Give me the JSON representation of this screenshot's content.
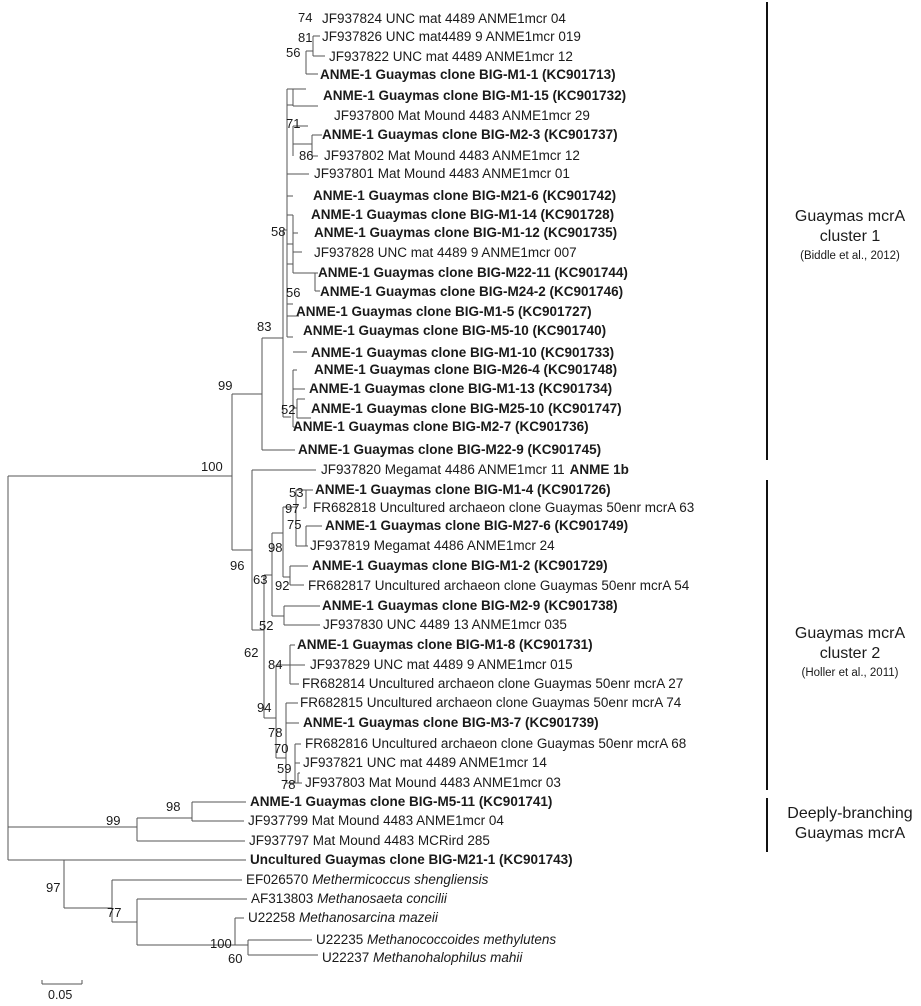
{
  "leaves": [
    {
      "id": "l1",
      "text": "JF937824 UNC mat 4489 ANME1mcr 04",
      "bold": false
    },
    {
      "id": "l2",
      "text": "JF937826 UNC mat4489 9 ANME1mcr 019",
      "bold": false
    },
    {
      "id": "l3",
      "text": "JF937822 UNC mat 4489 ANME1mcr 12",
      "bold": false
    },
    {
      "id": "l4",
      "text": "ANME-1 Guaymas clone BIG-M1-1 (KC901713)",
      "bold": true
    },
    {
      "id": "l5",
      "text": "ANME-1 Guaymas clone BIG-M1-15 (KC901732)",
      "bold": true
    },
    {
      "id": "l6",
      "text": "JF937800 Mat Mound 4483 ANME1mcr 29",
      "bold": false
    },
    {
      "id": "l7",
      "text": "ANME-1 Guaymas clone BIG-M2-3 (KC901737)",
      "bold": true
    },
    {
      "id": "l8",
      "text": "JF937802 Mat Mound 4483 ANME1mcr 12",
      "bold": false
    },
    {
      "id": "l9",
      "text": "JF937801 Mat Mound 4483 ANME1mcr 01",
      "bold": false
    },
    {
      "id": "l10",
      "text": "ANME-1 Guaymas clone BIG-M21-6 (KC901742)",
      "bold": true
    },
    {
      "id": "l11",
      "text": "ANME-1 Guaymas clone BIG-M1-14 (KC901728)",
      "bold": true
    },
    {
      "id": "l12",
      "text": "ANME-1 Guaymas clone BIG-M1-12 (KC901735)",
      "bold": true
    },
    {
      "id": "l13",
      "text": "JF937828 UNC mat 4489 9 ANME1mcr 007",
      "bold": false
    },
    {
      "id": "l14",
      "text": "ANME-1 Guaymas clone BIG-M22-11 (KC901744)",
      "bold": true
    },
    {
      "id": "l15",
      "text": "ANME-1 Guaymas clone BIG-M24-2 (KC901746)",
      "bold": true
    },
    {
      "id": "l16",
      "text": "ANME-1 Guaymas clone BIG-M1-5 (KC901727)",
      "bold": true
    },
    {
      "id": "l17",
      "text": "ANME-1 Guaymas clone BIG-M5-10 (KC901740)",
      "bold": true
    },
    {
      "id": "l18",
      "text": "ANME-1 Guaymas clone BIG-M1-10 (KC901733)",
      "bold": true
    },
    {
      "id": "l19",
      "text": "ANME-1 Guaymas clone BIG-M26-4 (KC901748)",
      "bold": true
    },
    {
      "id": "l20",
      "text": "ANME-1 Guaymas clone BIG-M1-13 (KC901734)",
      "bold": true
    },
    {
      "id": "l21",
      "text": "ANME-1 Guaymas clone BIG-M25-10 (KC901747)",
      "bold": true
    },
    {
      "id": "l22",
      "text": "ANME-1 Guaymas clone BIG-M2-7 (KC901736)",
      "bold": true
    },
    {
      "id": "l23",
      "text": "ANME-1 Guaymas clone BIG-M22-9 (KC901745)",
      "bold": true
    },
    {
      "id": "l24",
      "text": "JF937820 Megamat 4486 ANME1mcr 11",
      "bold": false,
      "suffix": "ANME 1b"
    },
    {
      "id": "l25",
      "text": "ANME-1 Guaymas clone BIG-M1-4 (KC901726)",
      "bold": true
    },
    {
      "id": "l26",
      "text": "FR682818 Uncultured archaeon clone Guaymas 50enr mcrA 63",
      "bold": false
    },
    {
      "id": "l27",
      "text": "ANME-1 Guaymas clone BIG-M27-6 (KC901749)",
      "bold": true
    },
    {
      "id": "l28",
      "text": "JF937819 Megamat 4486 ANME1mcr 24",
      "bold": false
    },
    {
      "id": "l29",
      "text": "ANME-1 Guaymas clone BIG-M1-2 (KC901729)",
      "bold": true
    },
    {
      "id": "l30",
      "text": "FR682817 Uncultured archaeon  clone Guaymas 50enr mcrA 54",
      "bold": false
    },
    {
      "id": "l31",
      "text": "ANME-1 Guaymas clone BIG-M2-9 (KC901738)",
      "bold": true
    },
    {
      "id": "l32",
      "text": "JF937830 UNC 4489 13 ANME1mcr 035",
      "bold": false
    },
    {
      "id": "l33",
      "text": "ANME-1 Guaymas clone BIG-M1-8 (KC901731)",
      "bold": true
    },
    {
      "id": "l34",
      "text": "JF937829 UNC mat 4489 9 ANME1mcr 015",
      "bold": false
    },
    {
      "id": "l35",
      "text": "FR682814 Uncultured archaeon clone Guaymas 50enr mcrA 27",
      "bold": false
    },
    {
      "id": "l36",
      "text": "FR682815 Uncultured archaeon clone Guaymas 50enr mcrA 74",
      "bold": false
    },
    {
      "id": "l37",
      "text": "ANME-1 Guaymas clone BIG-M3-7 (KC901739)",
      "bold": true
    },
    {
      "id": "l38",
      "text": "FR682816 Uncultured archaeon clone Guaymas 50enr mcrA 68",
      "bold": false
    },
    {
      "id": "l39",
      "text": "JF937821 UNC mat 4489 ANME1mcr 14",
      "bold": false
    },
    {
      "id": "l40",
      "text": "JF937803 Mat Mound 4483 ANME1mcr 03",
      "bold": false
    },
    {
      "id": "l41",
      "text": "ANME-1 Guaymas clone BIG-M5-11 (KC901741)",
      "bold": true
    },
    {
      "id": "l42",
      "text": "JF937799 Mat Mound 4483 ANME1mcr 04",
      "bold": false
    },
    {
      "id": "l43",
      "text": "JF937797 Mat Mound 4483 MCRird 285",
      "bold": false
    },
    {
      "id": "l44",
      "text": "Uncultured Guaymas clone BIG-M21-1 (KC901743)",
      "bold": true
    },
    {
      "id": "l45",
      "text": "EF026570 ",
      "species": "Methermicoccus shengliensis",
      "bold": false
    },
    {
      "id": "l46",
      "text": "AF313803 ",
      "species": "Methanosaeta concilii",
      "bold": false
    },
    {
      "id": "l47",
      "text": "U22258 ",
      "species": "Methanosarcina mazeii",
      "bold": false
    },
    {
      "id": "l48",
      "text": "U22235 ",
      "species": "Methanococcoides methylutens",
      "bold": false
    },
    {
      "id": "l49",
      "text": "U22237 ",
      "species": "Methanohalophilus mahii",
      "bold": false
    }
  ],
  "bootstrap": [
    "74",
    "81",
    "56",
    "71",
    "86",
    "58",
    "56",
    "83",
    "52",
    "99",
    "100",
    "53",
    "97",
    "75",
    "98",
    "92",
    "63",
    "52",
    "96",
    "62",
    "84",
    "94",
    "78",
    "70",
    "59",
    "78",
    "98",
    "99",
    "97",
    "77",
    "100",
    "60"
  ],
  "clusters": [
    {
      "id": "c1",
      "title_line1": "Guaymas mcrA",
      "title_line2": "cluster 1",
      "citation": "(Biddle et al., 2012)"
    },
    {
      "id": "c2",
      "title_line1": "Guaymas mcrA",
      "title_line2": "cluster 2",
      "citation": "(Holler et al., 2011)"
    },
    {
      "id": "c3",
      "title_line1": "Deeply-branching",
      "title_line2": "Guaymas mcrA",
      "citation": ""
    }
  ],
  "scale_bar": {
    "label": "0.05"
  }
}
